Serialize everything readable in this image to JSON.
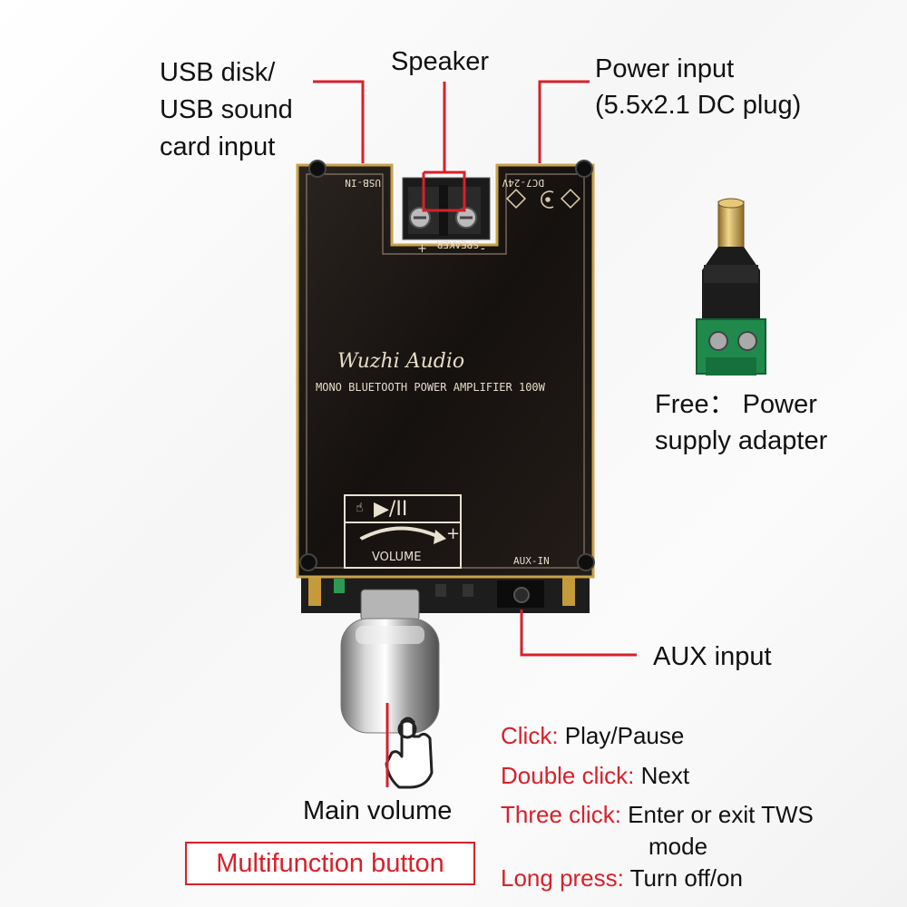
{
  "labels": {
    "usb": [
      "USB disk/",
      "USB sound",
      "card input"
    ],
    "speaker": "Speaker",
    "power": [
      "Power input",
      "(5.5x2.1 DC plug)"
    ],
    "free": [
      "Free： Power",
      "supply adapter"
    ],
    "aux": "AUX input",
    "main_volume": "Main volume",
    "multifunction": "Multifunction button"
  },
  "board": {
    "brand": "Wuzhi Audio",
    "model": "MONO BLUETOOTH POWER AMPLIFIER 100W",
    "usb_in": "USB-IN",
    "dc_in": "DC7-24V",
    "speaker": "SPEAKER",
    "plus": "+",
    "minus": "-",
    "play_pause": "▶/II",
    "volume": "VOLUME",
    "aux_in": "AUX-IN"
  },
  "instructions": [
    {
      "action": "Click:",
      "result": "Play/Pause"
    },
    {
      "action": "Double click:",
      "result": "Next"
    },
    {
      "action": "Three click:",
      "result": "Enter or exit TWS",
      "result2": "mode"
    },
    {
      "action": "Long press:",
      "result": "Turn off/on"
    }
  ],
  "colors": {
    "accent": "#d8202a",
    "board": "#1a1614",
    "gold": "#c9a24a",
    "connector_green": "#1f8a4c"
  }
}
